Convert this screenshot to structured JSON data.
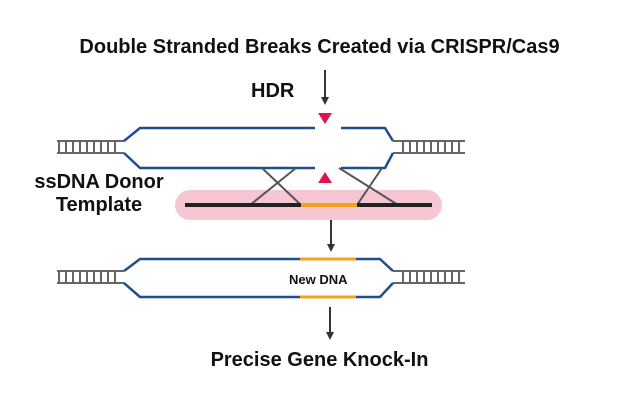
{
  "title": "Double Stranded Breaks Created via CRISPR/Cas9",
  "hdr_label": "HDR",
  "donor_label_line1": "ssDNA Donor",
  "donor_label_line2": "Template",
  "new_dna_label": "New DNA",
  "result_label": "Precise Gene Knock-In",
  "colors": {
    "strand": "#1f4e8c",
    "ladder": "#666666",
    "cut_marker": "#e0144a",
    "donor_bg": "#f7c6d3",
    "donor_line": "#222222",
    "insert": "#f5a21b",
    "arrow": "#333333"
  }
}
